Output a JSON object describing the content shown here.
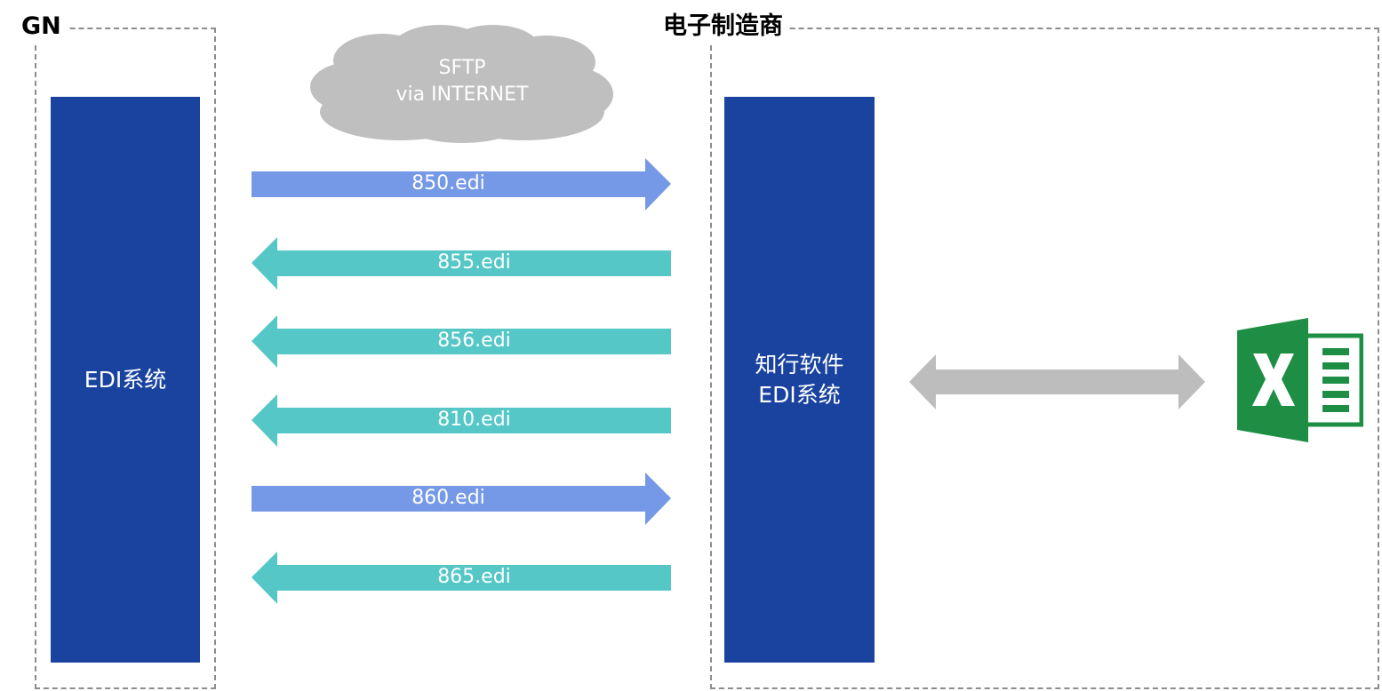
{
  "gn": {
    "title": "GN",
    "system_label": "EDI系统"
  },
  "manufacturer": {
    "title": "电子制造商",
    "system_line1": "知行软件",
    "system_line2": "EDI系统"
  },
  "cloud": {
    "line1": "SFTP",
    "line2": "via INTERNET",
    "color": "#bfbfbf"
  },
  "flows": [
    {
      "label": "850.edi",
      "direction": "right",
      "color": "#7599e6"
    },
    {
      "label": "855.edi",
      "direction": "left",
      "color": "#55c7c6"
    },
    {
      "label": "856.edi",
      "direction": "left",
      "color": "#55c7c6"
    },
    {
      "label": "810.edi",
      "direction": "left",
      "color": "#55c7c6"
    },
    {
      "label": "860.edi",
      "direction": "right",
      "color": "#7599e6"
    },
    {
      "label": "865.edi",
      "direction": "left",
      "color": "#55c7c6"
    }
  ],
  "excel_link": {
    "type": "bidirectional",
    "color": "#bdbdbd",
    "icon": "excel-icon",
    "icon_color": "#1e8e44"
  },
  "colors": {
    "system_box": "#1a43a0",
    "frame": "#8c8c8c"
  }
}
